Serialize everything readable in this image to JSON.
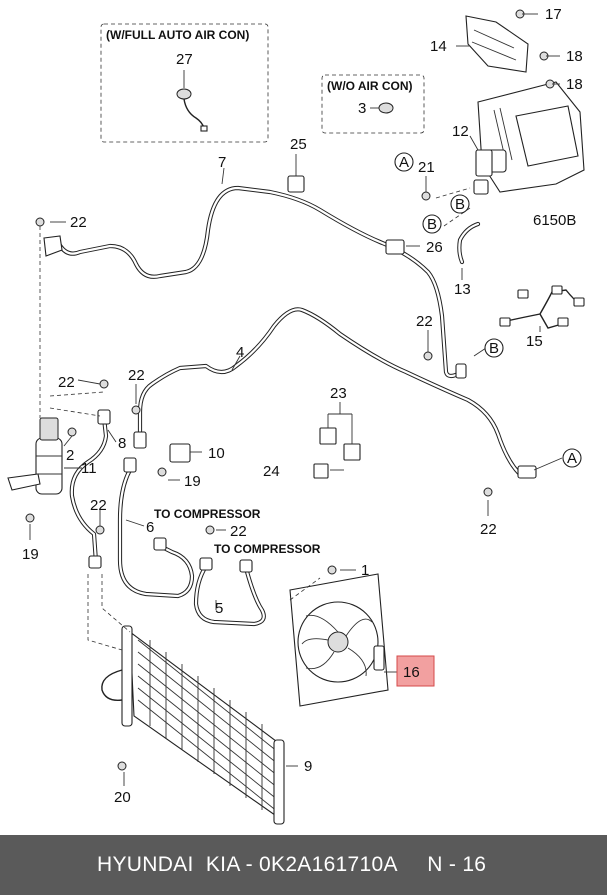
{
  "callouts": {
    "c1": "1",
    "c2": "2",
    "c3": "3",
    "c4": "4",
    "c5": "5",
    "c6": "6",
    "c7": "7",
    "c8": "8",
    "c9": "9",
    "c10": "10",
    "c11": "11",
    "c12": "12",
    "c13": "13",
    "c14": "14",
    "c15": "15",
    "c16": "16",
    "c17": "17",
    "c18a": "18",
    "c18b": "18",
    "c19a": "19",
    "c19b": "19",
    "c20": "20",
    "c21": "21",
    "c22a": "22",
    "c22b": "22",
    "c22c": "22",
    "c22d": "22",
    "c22e": "22",
    "c22f": "22",
    "c23": "23",
    "c24": "24",
    "c25": "25",
    "c26": "26",
    "c27": "27"
  },
  "refs": {
    "a1": "A",
    "a2": "A",
    "b1": "B",
    "b2": "B",
    "b3": "B"
  },
  "notes": {
    "full_auto": "(W/FULL AUTO AIR CON)",
    "wo_aircon": "(W/O AIR CON)",
    "to_compressor_1": "TO COMPRESSOR",
    "to_compressor_2": "TO COMPRESSOR",
    "figure_code": "6150B"
  },
  "highlight": {
    "color": "#f2a0a0",
    "border": "#d44a4a"
  },
  "footer": {
    "text": "HYUNDAI  KIA - 0K2A161710A     N - 16"
  }
}
